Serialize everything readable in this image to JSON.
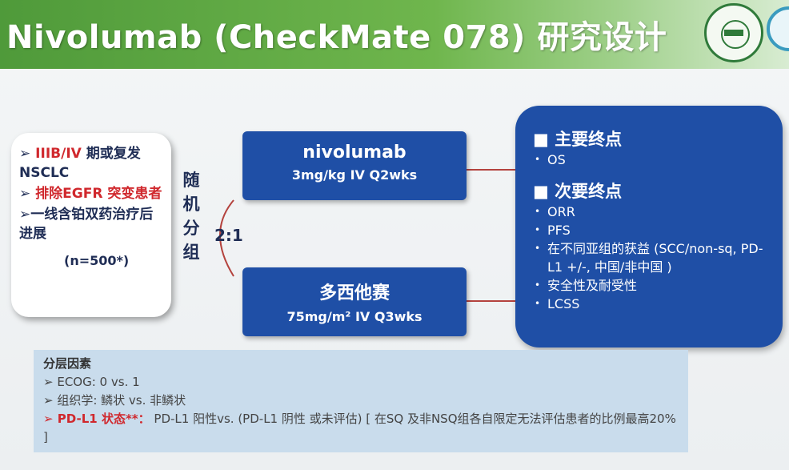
{
  "header": {
    "title": "Nivolumab (CheckMate 078) 研究设计"
  },
  "inclusion": {
    "items": [
      {
        "prefix": "➢ ",
        "red": "IIIB/IV",
        "rest": " 期或复发 NSCLC"
      },
      {
        "prefix": "➢ ",
        "red": "排除EGFR 突变患者",
        "rest": ""
      },
      {
        "prefix": "➢",
        "red": "",
        "rest": "一线含铂双药治疗后进展"
      }
    ],
    "n": "(n=500*)"
  },
  "randomization": {
    "label": "随机分组",
    "ratio": "2:1"
  },
  "arms": [
    {
      "name": "nivolumab",
      "dose": "3mg/kg  IV Q2wks"
    },
    {
      "name": "多西他赛",
      "dose": "75mg/m²  IV Q3wks"
    }
  ],
  "endpoints": {
    "primary_title": "■ 主要终点",
    "primary": [
      "OS"
    ],
    "secondary_title": "■ 次要终点",
    "secondary": [
      "ORR",
      "PFS",
      "在不同亚组的获益 (SCC/non-sq, PD-L1 +/-, 中国/非中国 )",
      "安全性及耐受性",
      "LCSS"
    ]
  },
  "stratification": {
    "title": "分层因素",
    "line1": "➢ ECOG: 0 vs. 1",
    "line2": "➢ 组织学: 鳞状 vs. 非鳞状",
    "pd_label": "➢ PD-L1 状态**：",
    "pd_text": "  PD-L1 阳性vs. (PD-L1 阴性 或未评估) [ 在SQ 及非NSQ组各自限定无法评估患者的比例最高20% ]"
  },
  "colors": {
    "header_green": "#5aa642",
    "arm_blue": "#1f4fa6",
    "highlight_red": "#d0282d",
    "navy_text": "#1f2d55"
  }
}
